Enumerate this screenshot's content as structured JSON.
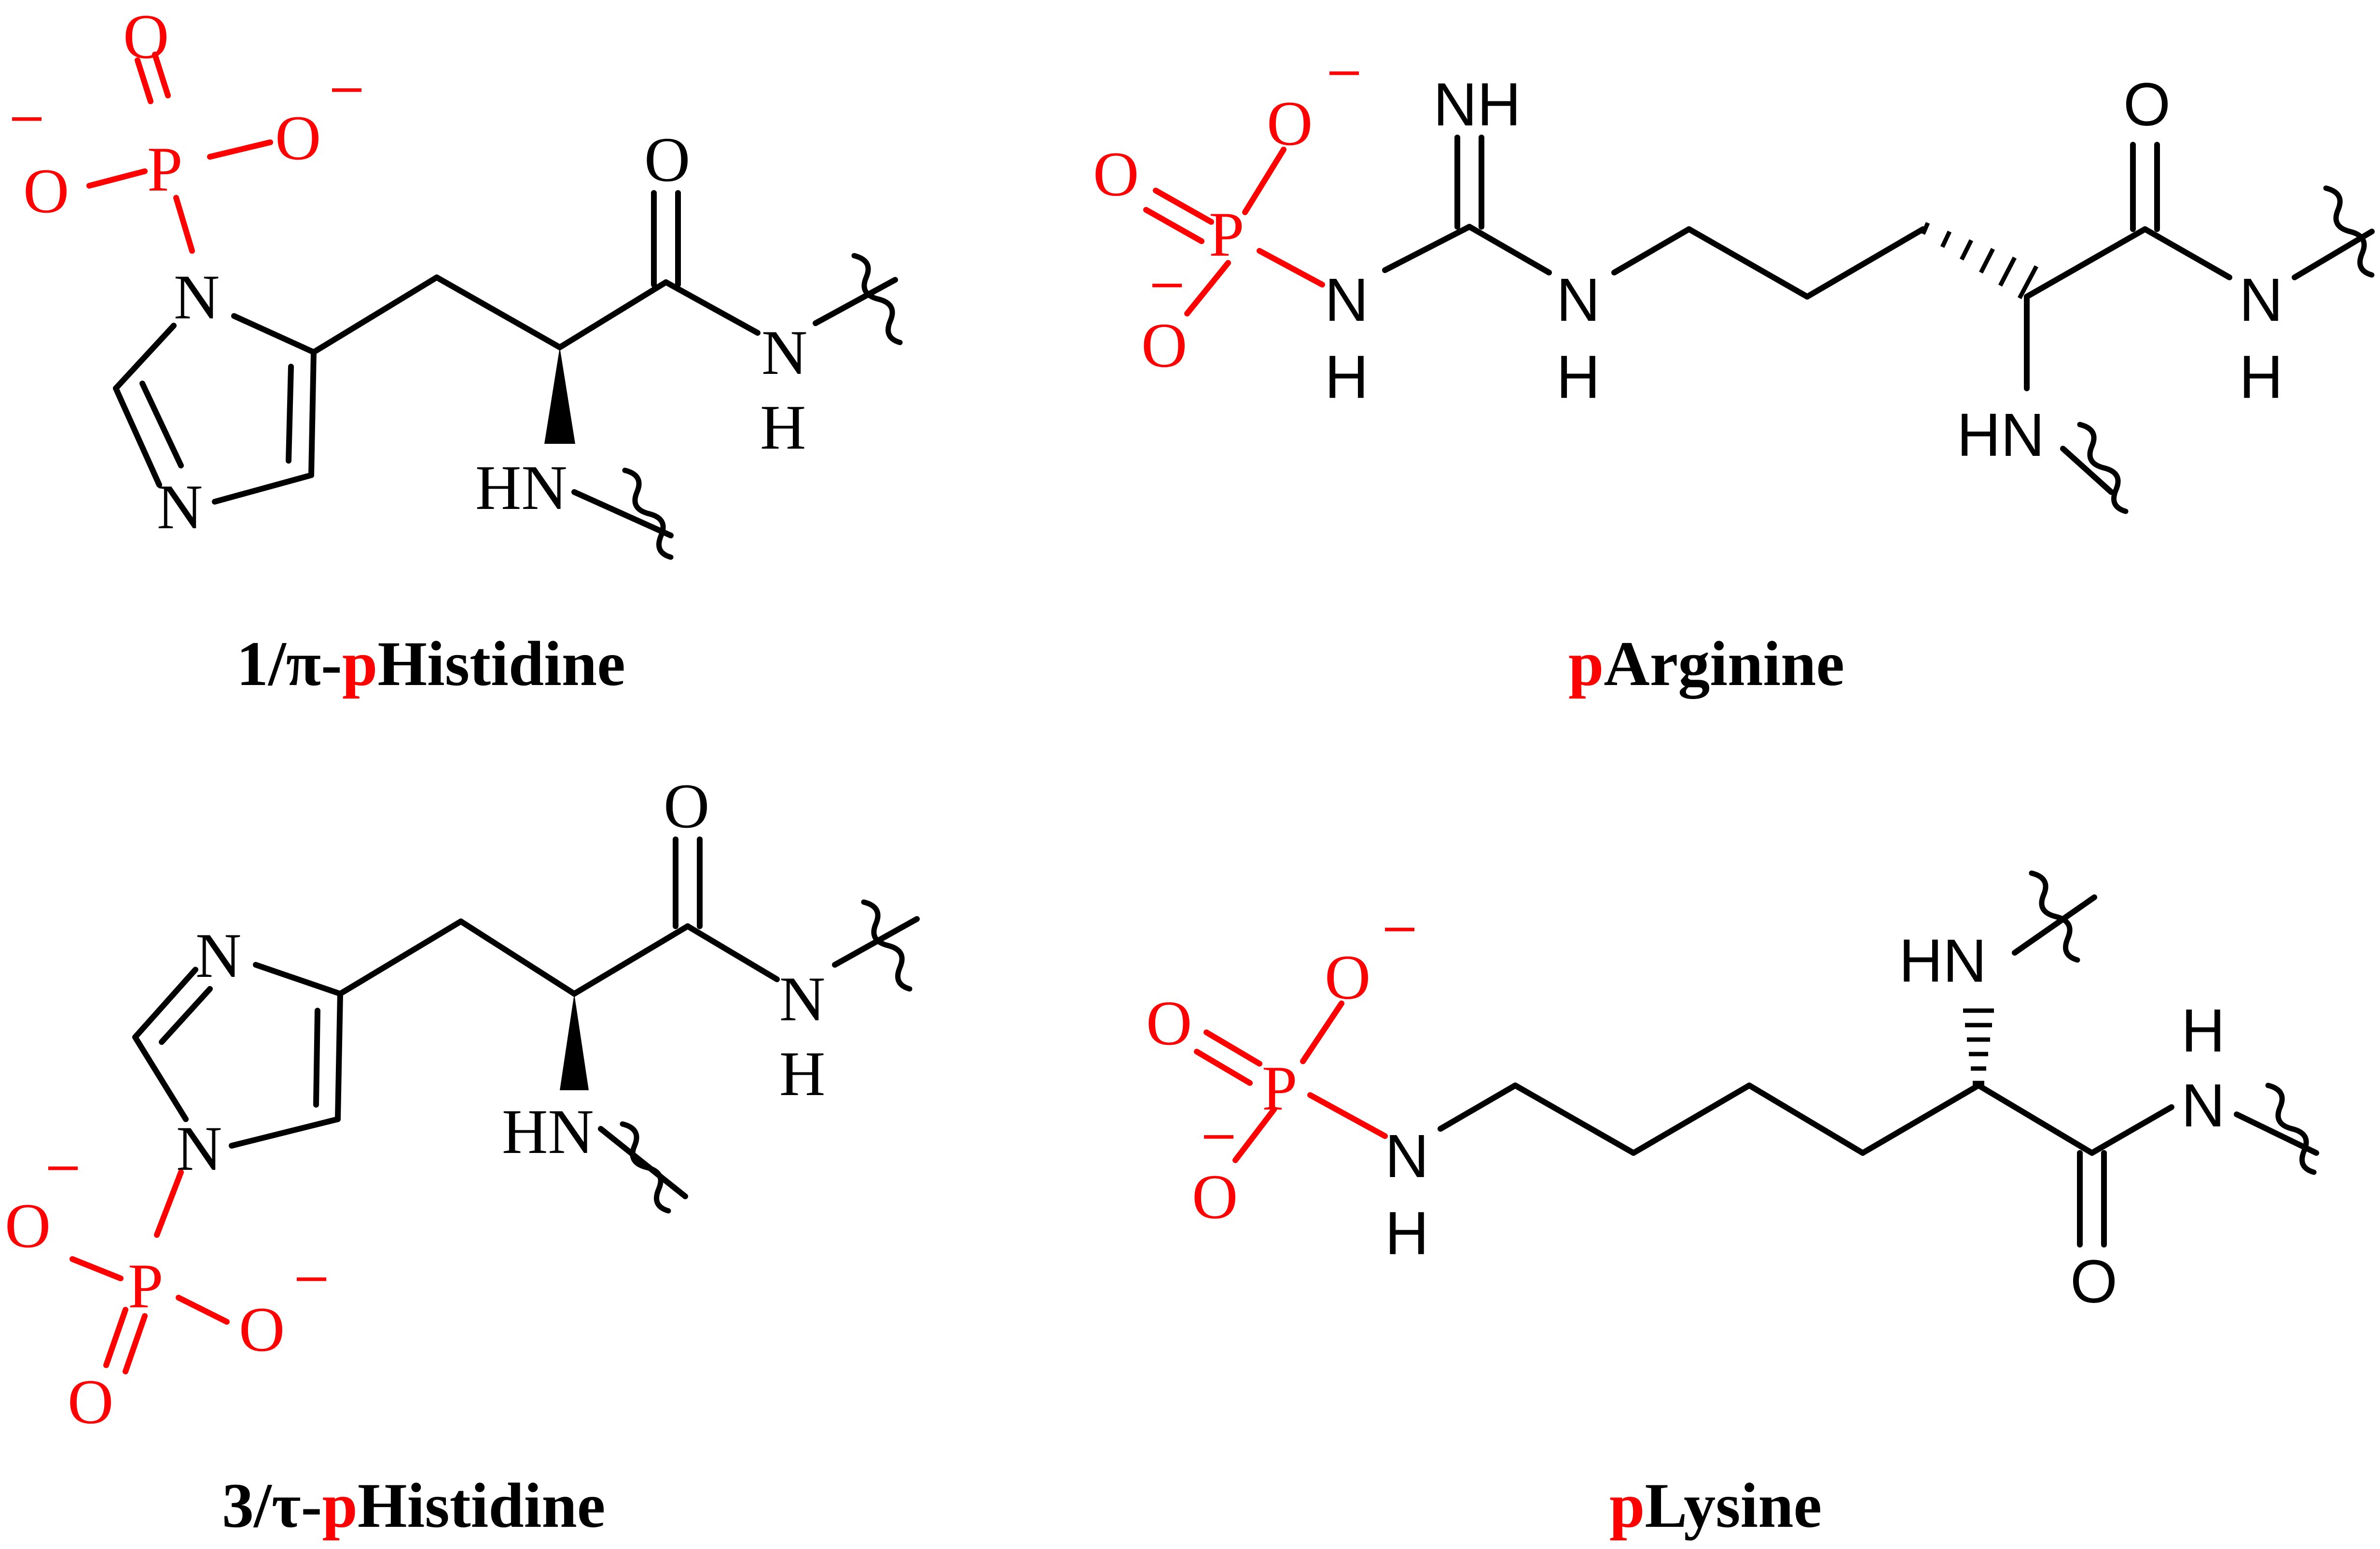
{
  "colors": {
    "phospho": "#ff0000",
    "backbone": "#000000",
    "background": "#ffffff"
  },
  "atoms": {
    "O": "O",
    "P": "P",
    "N": "N",
    "H": "H",
    "HN": "HN",
    "NH": "NH",
    "minus": "–"
  },
  "molecules": [
    {
      "id": "1pi-phistidine",
      "caption_prefix": "1/π-",
      "caption_highlight": "p",
      "caption_suffix": "Histidine"
    },
    {
      "id": "parginine",
      "caption_prefix": "",
      "caption_highlight": "p",
      "caption_suffix": "Arginine"
    },
    {
      "id": "3tau-phistidine",
      "caption_prefix": "3/τ-",
      "caption_highlight": "p",
      "caption_suffix": "Histidine"
    },
    {
      "id": "plysine",
      "caption_prefix": "",
      "caption_highlight": "p",
      "caption_suffix": "Lysine"
    }
  ]
}
